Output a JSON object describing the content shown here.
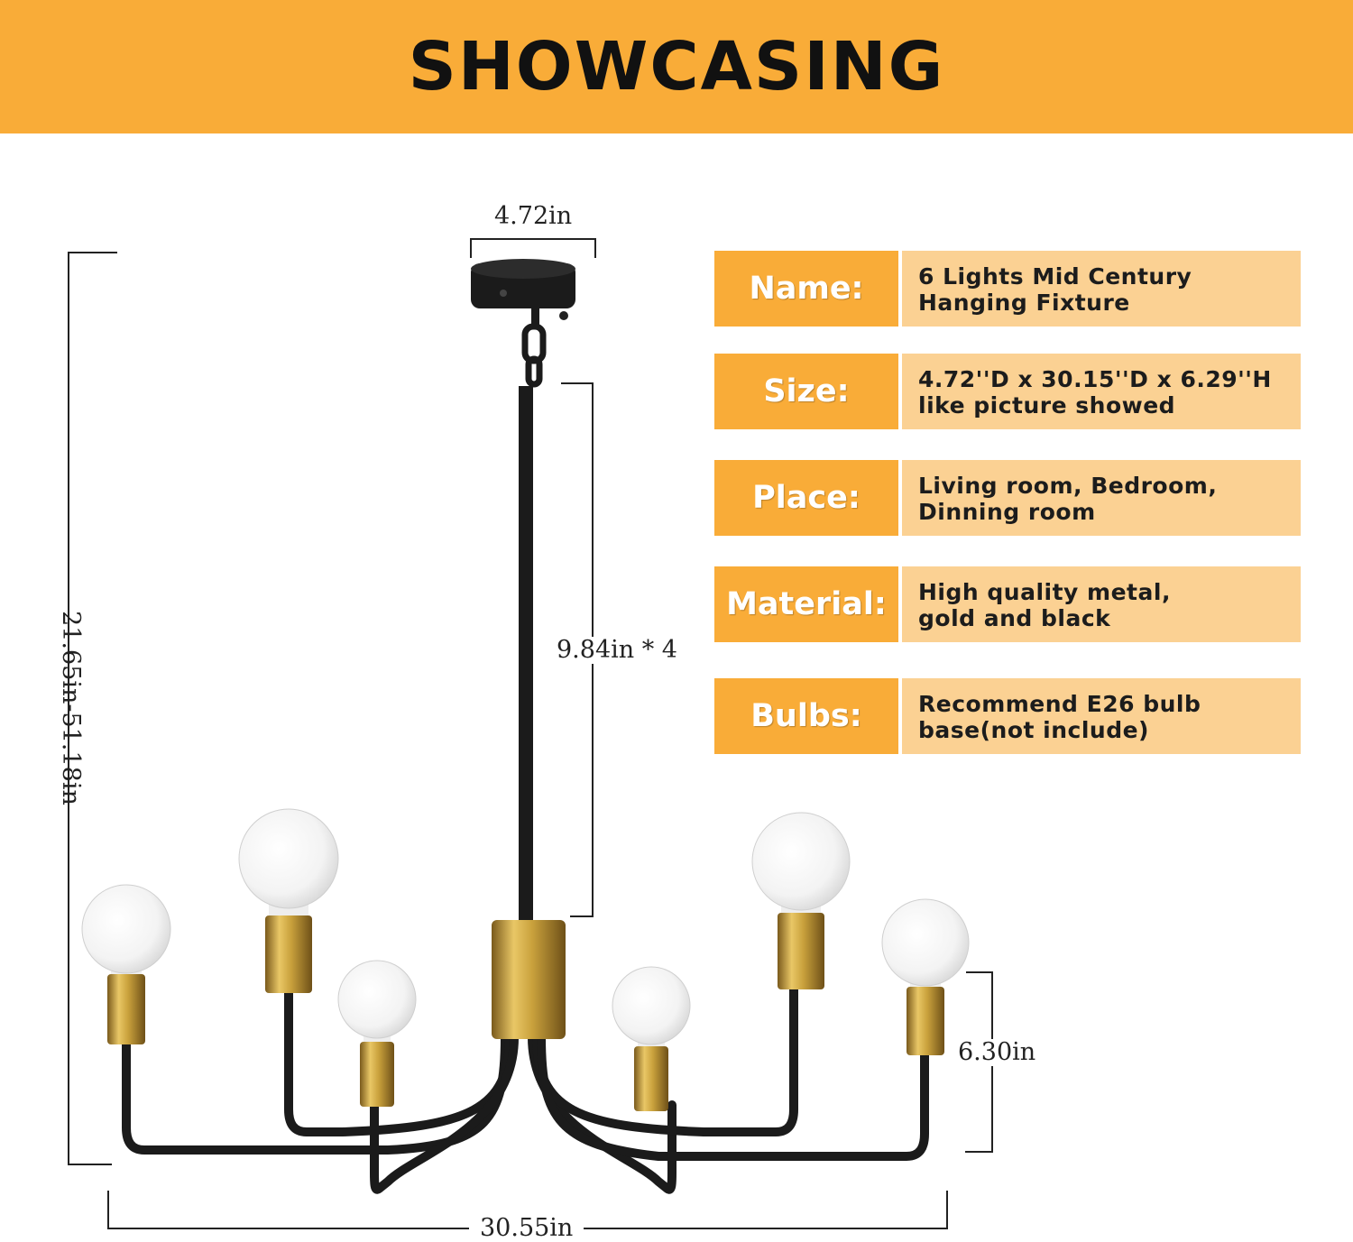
{
  "banner": {
    "title": "SHOWCASING"
  },
  "dimensions": {
    "canopy_width": "4.72in",
    "rod_length": "9.84in * 4",
    "total_height": "21.65in-51.18in",
    "arm_height": "6.30in",
    "total_width": "30.55in"
  },
  "specs": [
    {
      "key": "Name:",
      "line1": "6 Lights Mid Century",
      "line2": "Hanging Fixture"
    },
    {
      "key": "Size:",
      "line1": "4.72''D x 30.15''D x 6.29''H",
      "line2": "like picture showed"
    },
    {
      "key": "Place:",
      "line1": "Living room, Bedroom,",
      "line2": "Dinning room"
    },
    {
      "key": "Material:",
      "line1": "High quality metal,",
      "line2": "gold and black"
    },
    {
      "key": "Bulbs:",
      "line1": "Recommend E26 bulb",
      "line2": "base(not include)"
    }
  ],
  "colors": {
    "banner": "#f9ac38",
    "spec_key_bg": "#f9ac38",
    "spec_value_bg": "#fbd193",
    "metal_black": "#1b1b1b",
    "metal_gold": "#c9a13c",
    "bulb": "#f7f7f7"
  },
  "product": {
    "bulb_count": 6
  }
}
